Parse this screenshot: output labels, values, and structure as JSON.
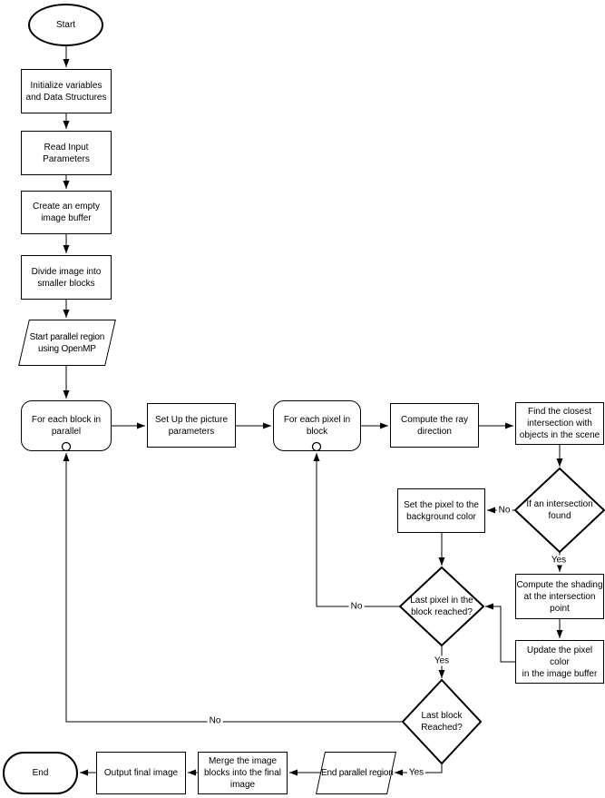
{
  "canvas": {
    "background": "#ffffff",
    "stroke_color": "#000000",
    "text_color": "#000000"
  },
  "nodes": {
    "start": {
      "label": "Start",
      "shape": "ellipse-terminator"
    },
    "init_vars": {
      "label": "Initialize variables\nand Data Structures",
      "shape": "process"
    },
    "read_input": {
      "label": "Read Input\nParameters",
      "shape": "process"
    },
    "create_buffer": {
      "label": "Create an empty\nimage buffer",
      "shape": "process"
    },
    "divide_image": {
      "label": "Divide image into\nsmaller blocks",
      "shape": "process"
    },
    "start_parallel": {
      "label": "Start parallel region\nusing OpenMP",
      "shape": "parallelogram"
    },
    "for_each_block": {
      "label": "For each block in\nparallel",
      "shape": "loop"
    },
    "setup_picture": {
      "label": "Set Up the picture\nparameters",
      "shape": "process"
    },
    "for_each_pixel": {
      "label": "For each pixel in\nblock",
      "shape": "loop"
    },
    "compute_ray": {
      "label": "Compute the ray\ndirection",
      "shape": "process"
    },
    "find_intersection": {
      "label": "Find the closest\nintersection with\nobjects in the scene",
      "shape": "process"
    },
    "intersection_found": {
      "label": "If an intersection\nfound",
      "shape": "decision"
    },
    "set_background": {
      "label": "Set the pixel to the\nbackground color",
      "shape": "process"
    },
    "compute_shading": {
      "label": "Compute the shading\nat the intersection\npoint",
      "shape": "process"
    },
    "update_pixel": {
      "label": "Update the pixel color\nin the image buffer",
      "shape": "process"
    },
    "last_pixel": {
      "label": "Last pixel in the\nblock reached?",
      "shape": "decision"
    },
    "last_block": {
      "label": "Last block\nReached?",
      "shape": "decision"
    },
    "end_parallel": {
      "label": "End parallel region",
      "shape": "parallelogram"
    },
    "merge_blocks": {
      "label": "Merge the image\nblocks into the final\nimage",
      "shape": "process"
    },
    "output_image": {
      "label": "Output final image",
      "shape": "process"
    },
    "end": {
      "label": "End",
      "shape": "stadium-terminator"
    }
  },
  "edge_labels": {
    "intersection_no": "No",
    "intersection_yes": "Yes",
    "last_pixel_no": "No",
    "last_pixel_yes": "Yes",
    "last_block_no": "No",
    "last_block_yes": "Yes"
  }
}
